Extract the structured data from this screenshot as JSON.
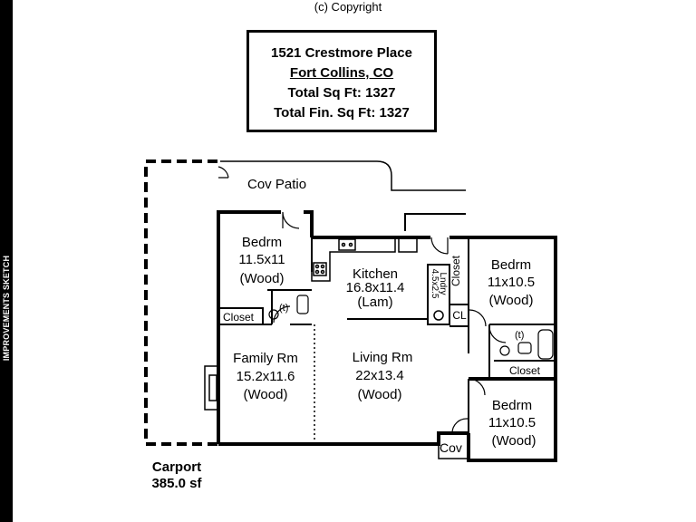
{
  "copyright": "(c) Copyright",
  "side_label": "IMPROVEMENTS SKETCH",
  "title_box": {
    "address": "1521 Crestmore Place",
    "city": "Fort Collins, CO",
    "total_sqft": "Total Sq Ft:  1327",
    "total_fin_sqft": "Total Fin. Sq Ft:  1327"
  },
  "rooms": {
    "cov_patio": "Cov Patio",
    "bedrm_nw": {
      "name": "Bedrm",
      "size": "11.5x11",
      "floor": "(Wood)"
    },
    "closet_nw": "Closet",
    "tub_mark_nw": "(t)",
    "kitchen": {
      "name": "Kitchen",
      "size": "16.8x11.4",
      "floor": "(Lam)"
    },
    "pantry": "4.5x2.5",
    "pantry_label": "Lndry",
    "closet_vert": "Closet",
    "cl_small": "CL",
    "bedrm_ne": {
      "name": "Bedrm",
      "size": "11x10.5",
      "floor": "(Wood)"
    },
    "tub_mark_ne": "(t)",
    "closet_ne": "Closet",
    "family_rm": {
      "name": "Family Rm",
      "size": "15.2x11.6",
      "floor": "(Wood)"
    },
    "living_rm": {
      "name": "Living Rm",
      "size": "22x13.4",
      "floor": "(Wood)"
    },
    "bedrm_se": {
      "name": "Bedrm",
      "size": "11x10.5",
      "floor": "(Wood)"
    },
    "cov": "Cov"
  },
  "carport": {
    "name": "Carport",
    "area": "385.0 sf"
  }
}
